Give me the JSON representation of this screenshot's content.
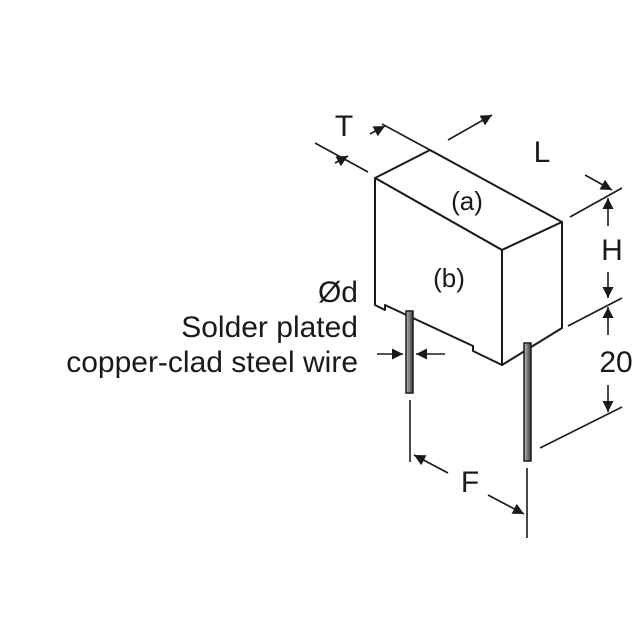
{
  "labels": {
    "thickness": "T",
    "length": "L",
    "height": "H",
    "lead_length": "20",
    "lead_spacing": "F",
    "top_face": "(a)",
    "front_face": "(b)",
    "wire_diameter": "Ød",
    "wire_desc_line1": "Solder plated",
    "wire_desc_line2": "copper-clad steel wire"
  },
  "colors": {
    "stroke": "#1a1a1a",
    "body_fill": "#ffffff",
    "lead_fill": "#8a8a8a"
  }
}
